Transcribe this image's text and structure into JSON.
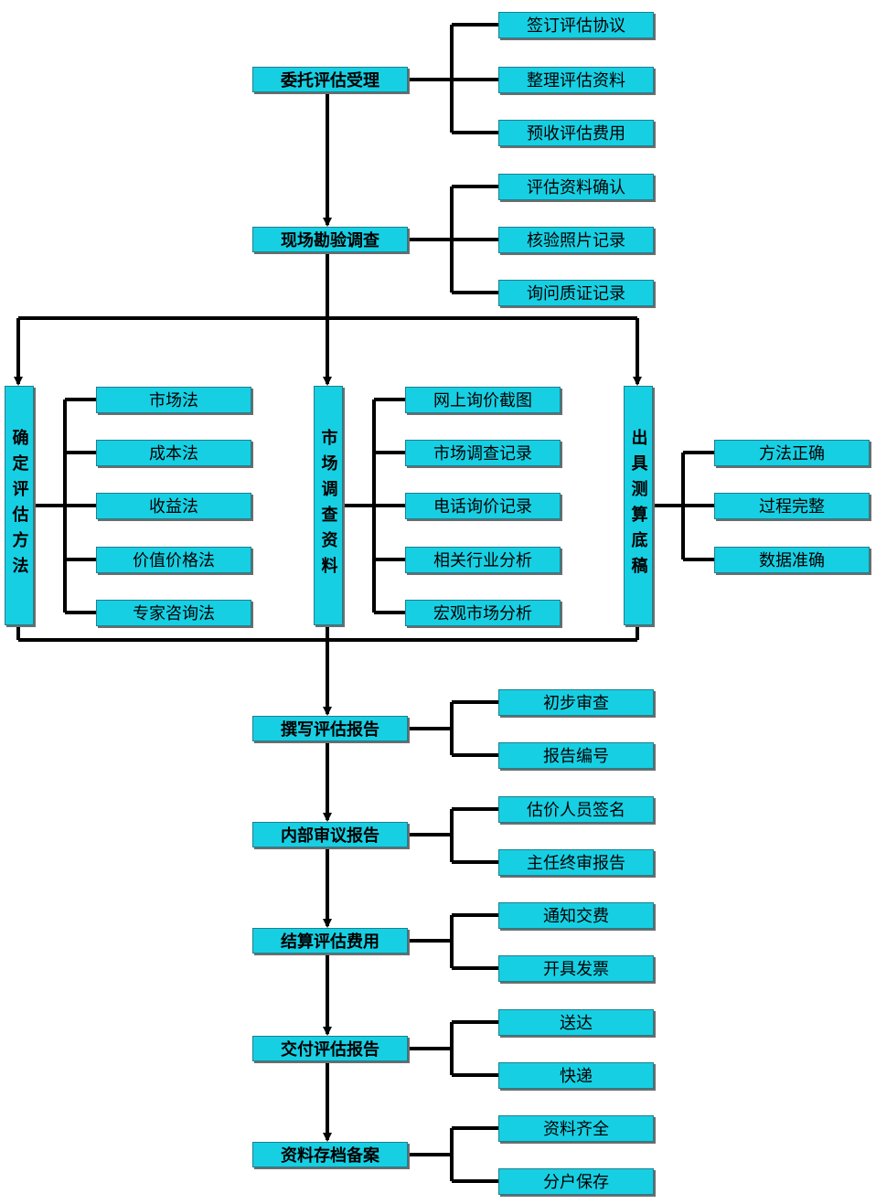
{
  "flow": {
    "steps": [
      {
        "label": "委托评估受理",
        "subs": [
          "签订评估协议",
          "整理评估资料",
          "预收评估费用"
        ]
      },
      {
        "label": "现场勘验调查",
        "subs": [
          "评估资料确认",
          "核验照片记录",
          "询问质证记录"
        ]
      },
      {
        "label": "撰写评估报告",
        "subs": [
          "初步审查",
          "报告编号"
        ]
      },
      {
        "label": "内部审议报告",
        "subs": [
          "估价人员签名",
          "主任终审报告"
        ]
      },
      {
        "label": "结算评估费用",
        "subs": [
          "通知交费",
          "开具发票"
        ]
      },
      {
        "label": "交付评估报告",
        "subs": [
          "送达",
          "快递"
        ]
      },
      {
        "label": "资料存档备案",
        "subs": [
          "资料齐全",
          "分户保存"
        ]
      }
    ],
    "branches": [
      {
        "label": "确定评估方法",
        "subs": [
          "市场法",
          "成本法",
          "收益法",
          "价值价格法",
          "专家咨询法"
        ]
      },
      {
        "label": "市场调查资料",
        "subs": [
          "网上询价截图",
          "市场调查记录",
          "电话询价记录",
          "相关行业分析",
          "宏观市场分析"
        ]
      },
      {
        "label": "出具测算底稿",
        "subs": [
          "方法正确",
          "过程完整",
          "数据准确"
        ]
      }
    ]
  },
  "colors": {
    "box_fill": "#17cfe3",
    "box_border": "#1e7f8c",
    "line": "#000000",
    "shadow": "#6d6d6d"
  }
}
